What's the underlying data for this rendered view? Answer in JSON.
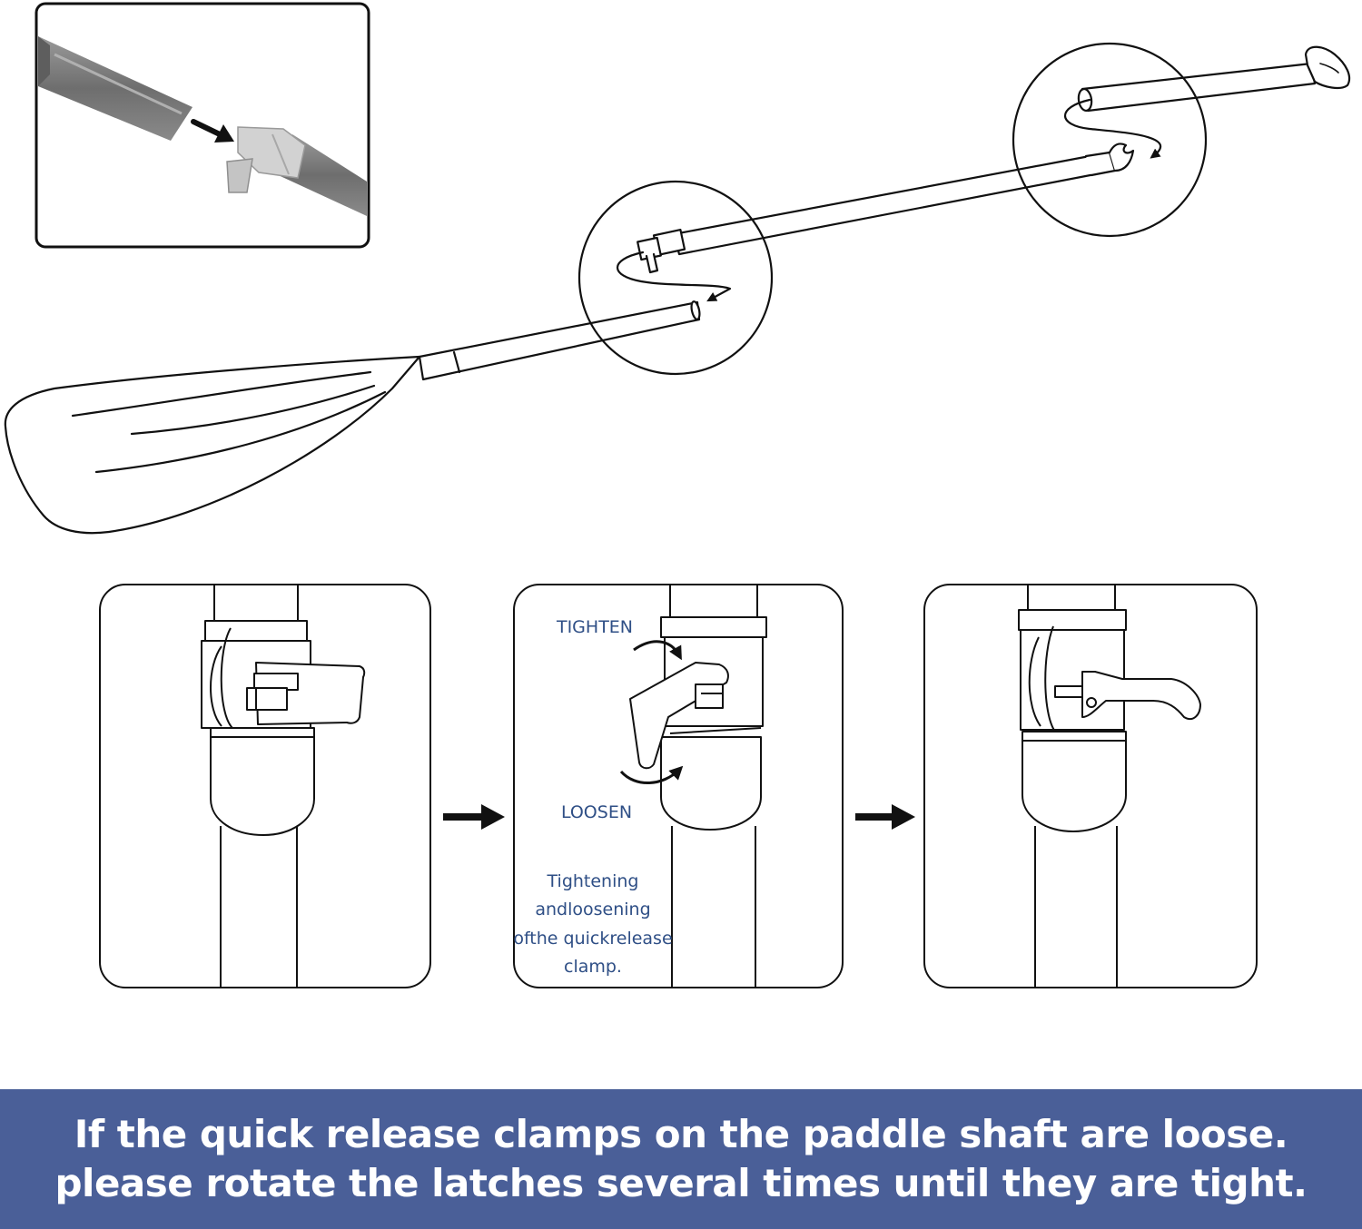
{
  "panels": {
    "middle": {
      "tighten_label": "TIGHTEN",
      "loosen_label": "LOOSEN",
      "note_lines": [
        "Tightening",
        "andloosening",
        "ofthe quickrelease",
        "clamp."
      ]
    }
  },
  "banner": {
    "line1": "If the quick release clamps on the paddle shaft are loose.",
    "line2": "please rotate the latches several times until they are tight."
  },
  "colors": {
    "banner_background": "#4a5f98",
    "banner_text": "#ffffff",
    "label_text": "#2f4f86",
    "line_art": "#111111"
  }
}
